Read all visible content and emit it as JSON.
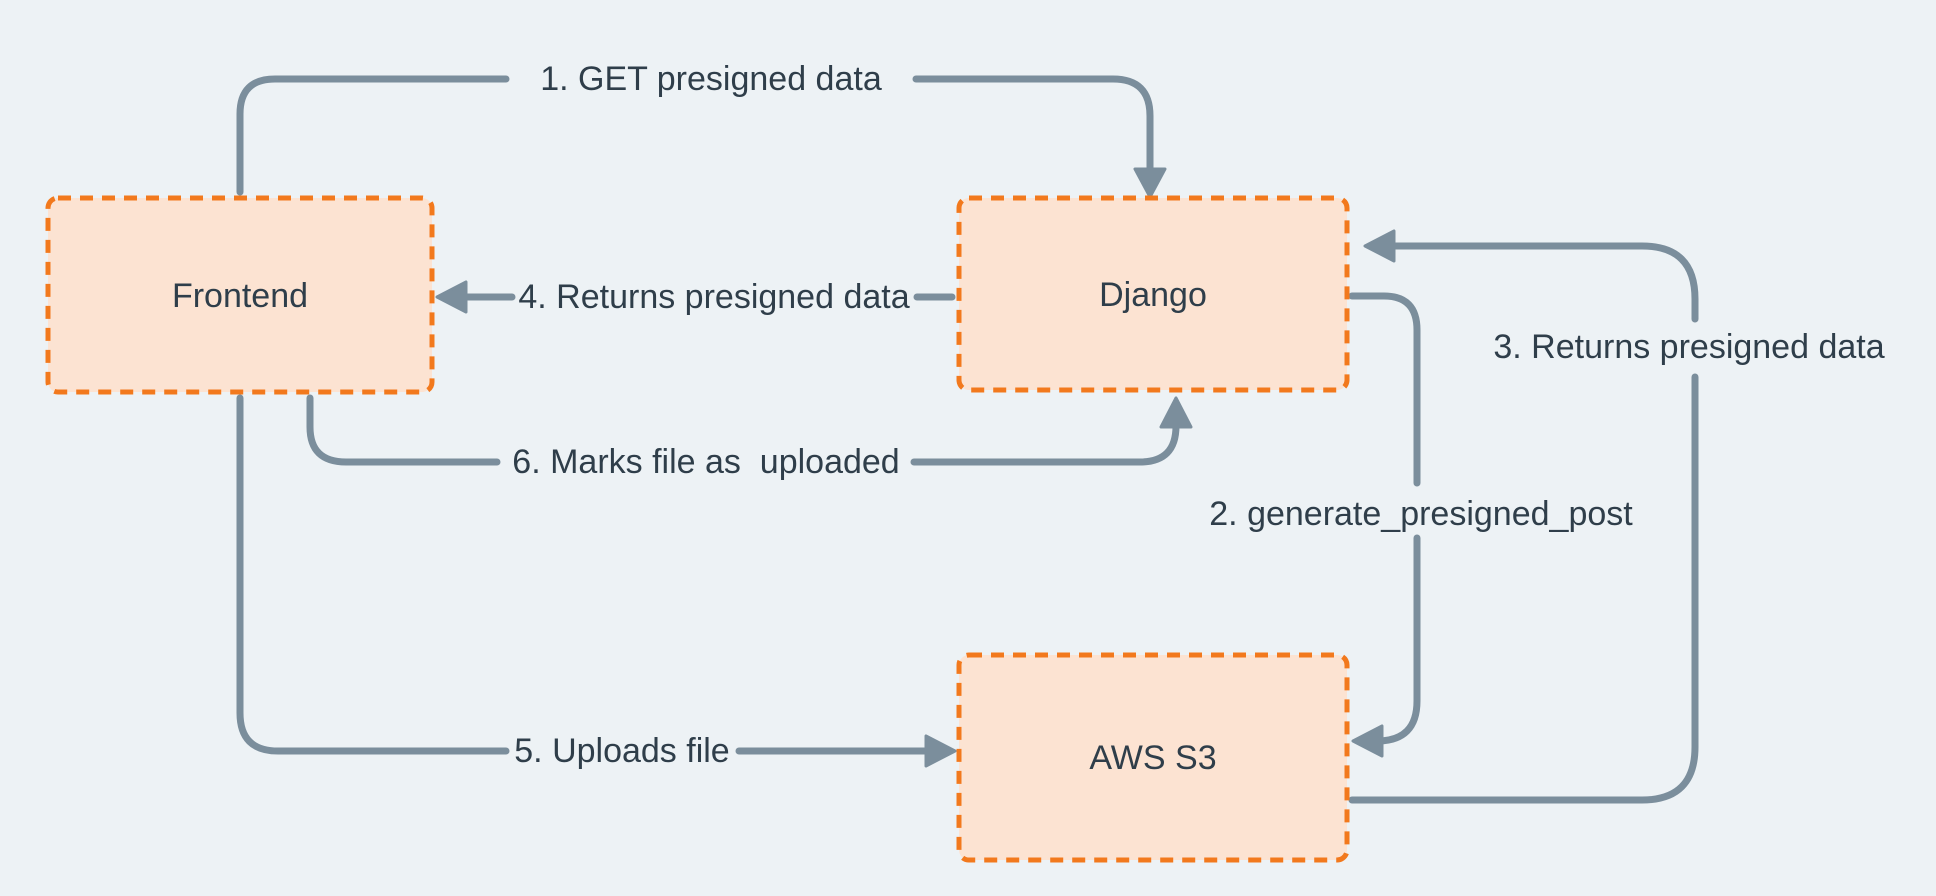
{
  "colors": {
    "background": "#EDF2F5",
    "node-fill": "#FCE3D2",
    "node-border": "#F2791D",
    "line": "#7B8E9C",
    "text": "#2F3E4A"
  },
  "nodes": {
    "frontend": {
      "label": "Frontend"
    },
    "django": {
      "label": "Django"
    },
    "aws_s3": {
      "label": "AWS S3"
    }
  },
  "edges": {
    "step1": {
      "label": "1. GET presigned data",
      "from": "Frontend",
      "to": "Django"
    },
    "step2": {
      "label": "2. generate_presigned_post",
      "from": "Django",
      "to": "AWS S3"
    },
    "step3": {
      "label": "3. Returns presigned data",
      "from": "AWS S3",
      "to": "Django"
    },
    "step4": {
      "label": "4. Returns presigned data",
      "from": "Django",
      "to": "Frontend"
    },
    "step5": {
      "label": "5. Uploads file",
      "from": "Frontend",
      "to": "AWS S3"
    },
    "step6": {
      "label": "6. Marks file as  uploaded",
      "from": "Frontend",
      "to": "Django"
    }
  }
}
